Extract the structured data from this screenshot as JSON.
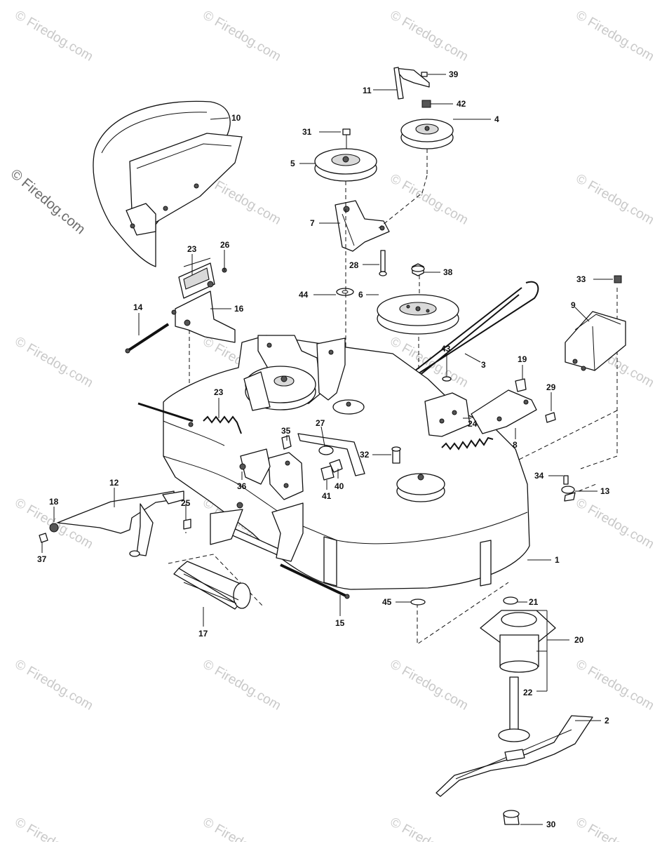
{
  "watermark": {
    "text": "© Firedog.com"
  },
  "parts": [
    {
      "id": "p1",
      "label": "1"
    },
    {
      "id": "p2",
      "label": "2"
    },
    {
      "id": "p3",
      "label": "3"
    },
    {
      "id": "p4",
      "label": "4"
    },
    {
      "id": "p5",
      "label": "5"
    },
    {
      "id": "p6",
      "label": "6"
    },
    {
      "id": "p7",
      "label": "7"
    },
    {
      "id": "p8",
      "label": "8"
    },
    {
      "id": "p9",
      "label": "9"
    },
    {
      "id": "p10",
      "label": "10"
    },
    {
      "id": "p11",
      "label": "11"
    },
    {
      "id": "p12",
      "label": "12"
    },
    {
      "id": "p13",
      "label": "13"
    },
    {
      "id": "p14",
      "label": "14"
    },
    {
      "id": "p15",
      "label": "15"
    },
    {
      "id": "p16",
      "label": "16"
    },
    {
      "id": "p17",
      "label": "17"
    },
    {
      "id": "p18",
      "label": "18"
    },
    {
      "id": "p19",
      "label": "19"
    },
    {
      "id": "p20",
      "label": "20"
    },
    {
      "id": "p21",
      "label": "21"
    },
    {
      "id": "p22",
      "label": "22"
    },
    {
      "id": "p23a",
      "label": "23"
    },
    {
      "id": "p23b",
      "label": "23"
    },
    {
      "id": "p24",
      "label": "24"
    },
    {
      "id": "p25",
      "label": "25"
    },
    {
      "id": "p26",
      "label": "26"
    },
    {
      "id": "p27",
      "label": "27"
    },
    {
      "id": "p28",
      "label": "28"
    },
    {
      "id": "p29",
      "label": "29"
    },
    {
      "id": "p30",
      "label": "30"
    },
    {
      "id": "p31",
      "label": "31"
    },
    {
      "id": "p32",
      "label": "32"
    },
    {
      "id": "p33",
      "label": "33"
    },
    {
      "id": "p34",
      "label": "34"
    },
    {
      "id": "p35",
      "label": "35"
    },
    {
      "id": "p36",
      "label": "36"
    },
    {
      "id": "p37",
      "label": "37"
    },
    {
      "id": "p38",
      "label": "38"
    },
    {
      "id": "p39",
      "label": "39"
    },
    {
      "id": "p40",
      "label": "40"
    },
    {
      "id": "p41",
      "label": "41"
    },
    {
      "id": "p42",
      "label": "42"
    },
    {
      "id": "p43",
      "label": "43"
    },
    {
      "id": "p44",
      "label": "44"
    },
    {
      "id": "p45",
      "label": "45"
    }
  ]
}
